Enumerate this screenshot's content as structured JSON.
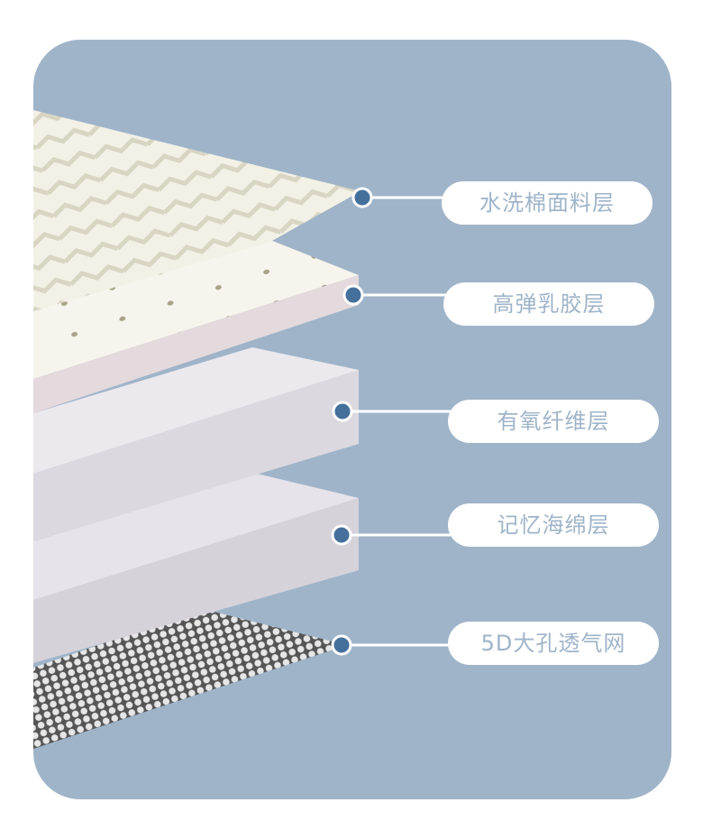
{
  "layers": [
    {
      "label": "水洗棉面料层"
    },
    {
      "label": "高弹乳胶层"
    },
    {
      "label": "有氧纤维层"
    },
    {
      "label": "记忆海绵层"
    },
    {
      "label": "5D大孔透气网"
    }
  ],
  "colors": {
    "background": "#9fb4c9",
    "dot": "#45709c",
    "label_text": "#9fb4c9"
  }
}
